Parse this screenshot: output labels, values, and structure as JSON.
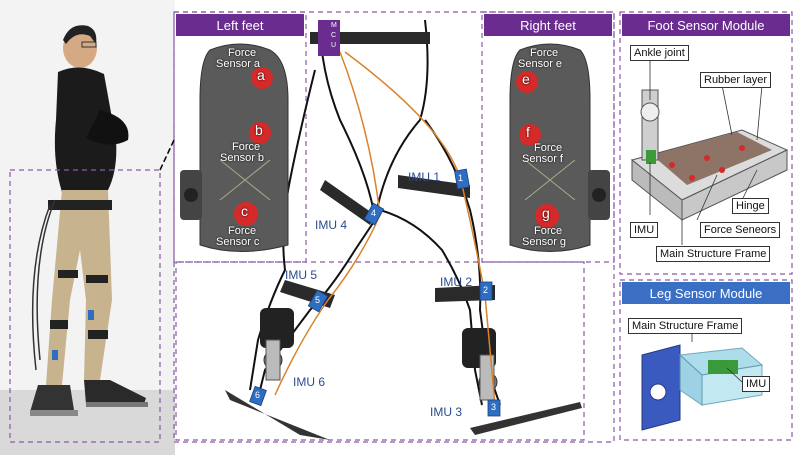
{
  "panels": {
    "left_feet": "Left feet",
    "right_feet": "Right feet",
    "foot_module": "Foot Sensor Module",
    "leg_module": "Leg Sensor Module"
  },
  "mcu": [
    "M",
    "C",
    "U"
  ],
  "left_sensors": [
    {
      "letter": "a",
      "line1": "Force",
      "line2": "Sensor a"
    },
    {
      "letter": "b",
      "line1": "Force",
      "line2": "Sensor b"
    },
    {
      "letter": "c",
      "line1": "Force",
      "line2": "Sensor c"
    }
  ],
  "right_sensors": [
    {
      "letter": "e",
      "line1": "Force",
      "line2": "Sensor e"
    },
    {
      "letter": "f",
      "line1": "Force",
      "line2": "Sensor f"
    },
    {
      "letter": "g",
      "line1": "Force",
      "line2": "Sensor g"
    }
  ],
  "imus": [
    "IMU 1",
    "IMU 2",
    "IMU 3",
    "IMU 4",
    "IMU 5",
    "IMU 6"
  ],
  "imu_tags": [
    "1",
    "2",
    "3",
    "4",
    "5",
    "6"
  ],
  "foot_callouts": {
    "ankle": "Ankle joint",
    "rubber": "Rubber layer",
    "hinge": "Hinge",
    "imu": "IMU",
    "force": "Force Seneors",
    "frame": "Main Structure Frame"
  },
  "leg_callouts": {
    "frame": "Main Structure Frame",
    "imu": "IMU"
  }
}
